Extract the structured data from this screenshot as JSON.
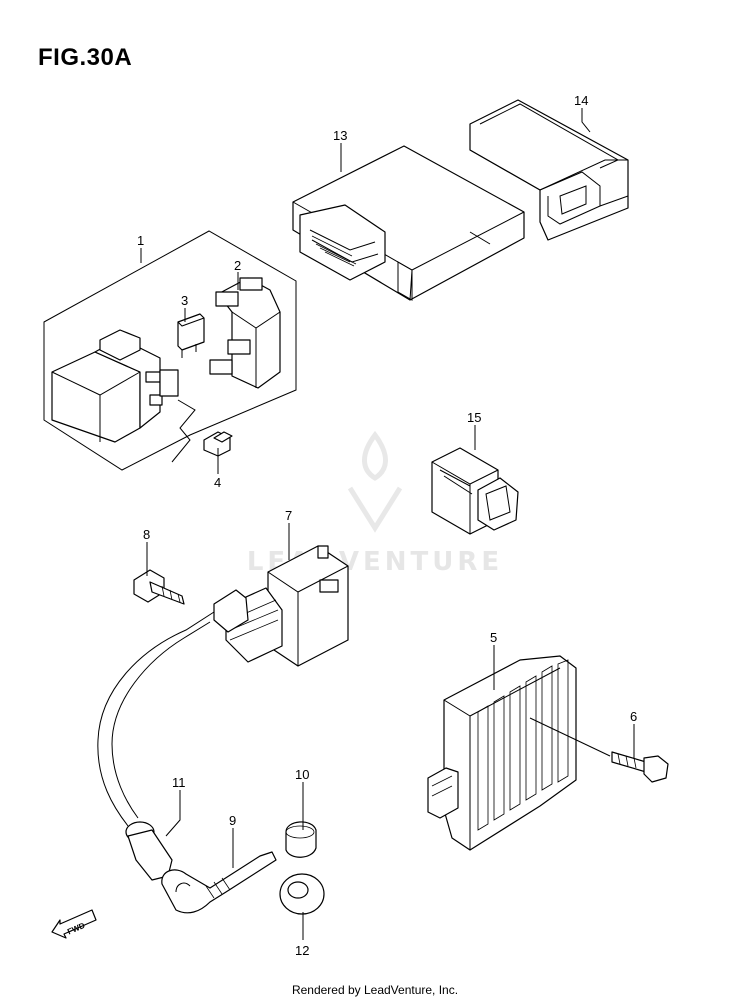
{
  "figure": {
    "title": "FIG.30A"
  },
  "callouts": [
    "1",
    "2",
    "3",
    "4",
    "5",
    "6",
    "7",
    "8",
    "9",
    "10",
    "11",
    "12",
    "13",
    "14",
    "15"
  ],
  "orientation": {
    "label": "FWD"
  },
  "watermark": {
    "text": "LEADVENTURE"
  },
  "footer": {
    "text": "Rendered by LeadVenture, Inc."
  }
}
